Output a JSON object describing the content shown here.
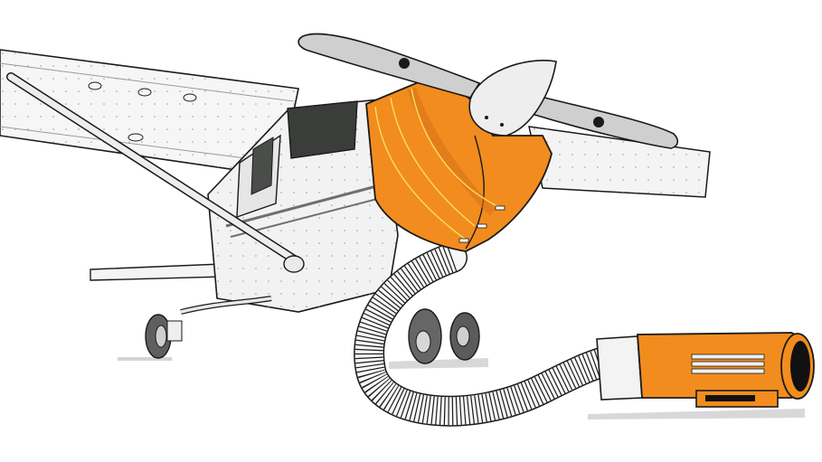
{
  "scene": {
    "subject": "aircraft-engine-preheat",
    "colors": {
      "background": "#ffffff",
      "outline": "#1a1a1a",
      "cover": "#f28c1e",
      "cover_dark": "#d9731a",
      "seam": "#f6e15a",
      "metal_light": "#f2f2f2",
      "metal_mid": "#c9c9c9",
      "metal_dark": "#8a8a8a",
      "tire": "#6e6e6e",
      "shadow": "#cfcfcf"
    },
    "parts": [
      "wing",
      "wing-strut",
      "fuselage",
      "windshield",
      "propeller",
      "spinner",
      "cowling-cover",
      "nose-gear",
      "main-gear-left",
      "main-gear-right",
      "flex-duct-hose",
      "portable-heater"
    ]
  }
}
